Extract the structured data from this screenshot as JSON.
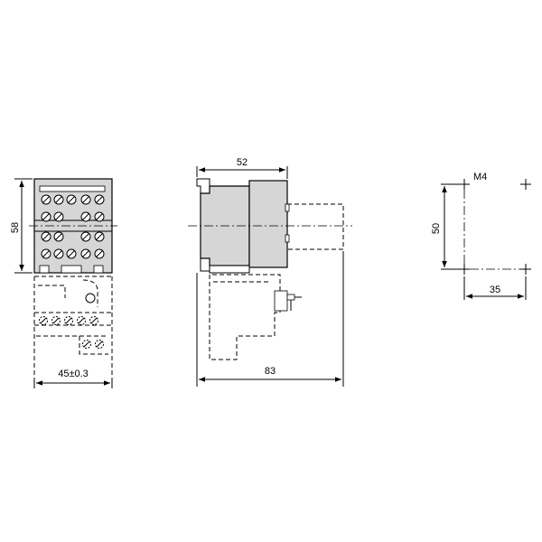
{
  "dimensions": {
    "front_height": "58",
    "front_width": "45±0.3",
    "side_depth_top": "52",
    "side_depth_total": "83",
    "hole_size": "M4",
    "hole_vertical": "50",
    "hole_horizontal": "35"
  }
}
